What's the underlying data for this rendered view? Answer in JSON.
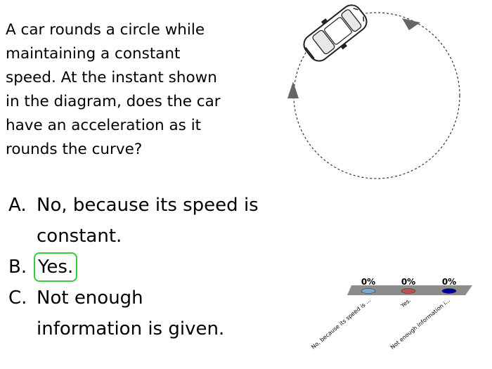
{
  "question": {
    "lines": [
      "A car rounds a circle while",
      "maintaining a constant",
      "speed. At the instant shown",
      "in the diagram, does the car",
      "have an acceleration as it",
      "rounds the curve?"
    ]
  },
  "options": [
    {
      "letter": "A.",
      "lines": [
        "No, because its speed is",
        "constant."
      ]
    },
    {
      "letter": "B.",
      "lines": [
        "Yes."
      ],
      "highlighted": true
    },
    {
      "letter": "C.",
      "lines": [
        "Not enough",
        "information is given."
      ]
    }
  ],
  "poll": {
    "results": [
      {
        "percent": "0%",
        "label": "No, because its speed is ...",
        "color": "#7ba7d8"
      },
      {
        "percent": "0%",
        "label": "Yes.",
        "color": "#c0504d"
      },
      {
        "percent": "0%",
        "label": "Not enough information i...",
        "color": "#0000a0"
      }
    ],
    "platform_color": "#8c8c8c",
    "answer_highlight_color": "#33cc33"
  },
  "diagram": {
    "icons": [
      "car-icon",
      "direction-arrow-icon",
      "direction-arrow-icon"
    ]
  }
}
